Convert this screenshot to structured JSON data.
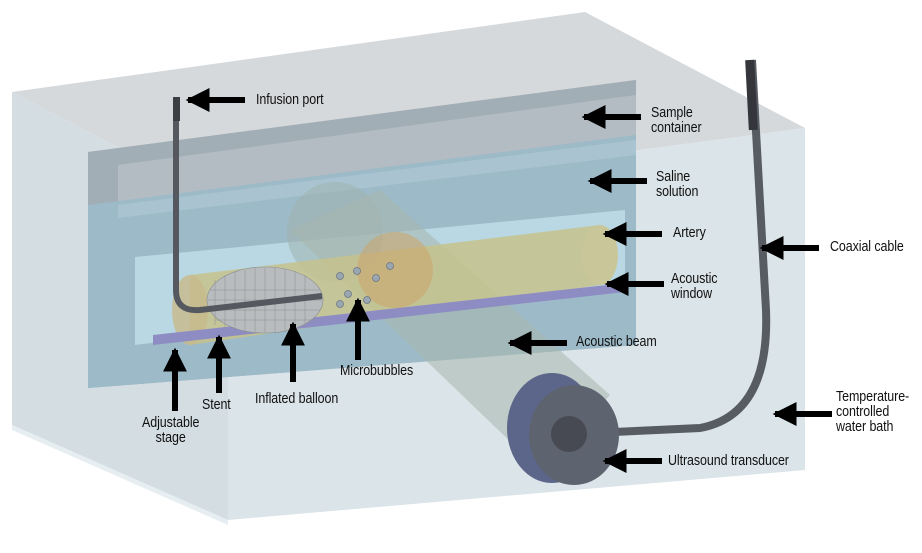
{
  "figure": {
    "title": "Experimental setup for ultrasound-triggered microbubble delivery in a stented artery",
    "colors": {
      "water_bath": "#cfdde3",
      "sample_container": "#9aa8b0",
      "saline": "#9fbccb",
      "artery": "#c9c98a",
      "acoustic_window": "#8f8fc0",
      "transducer": "#5e6577",
      "cable": "#4a4d55",
      "arrow": "#000000"
    },
    "labels": {
      "infusion_port": "Infusion port",
      "sample_container": "Sample\ncontainer",
      "saline_solution": "Saline\nsolution",
      "artery": "Artery",
      "acoustic_window": "Acoustic\nwindow",
      "coaxial_cable": "Coaxial cable",
      "acoustic_beam": "Acoustic beam",
      "temperature_bath": "Temperature-\ncontrolled\nwater bath",
      "ultrasound_transducer": "Ultrasound transducer",
      "microbubbles": "Microbubbles",
      "inflated_balloon": "Inflated balloon",
      "stent": "Stent",
      "adjustable_stage": "Adjustable\nstage"
    }
  }
}
